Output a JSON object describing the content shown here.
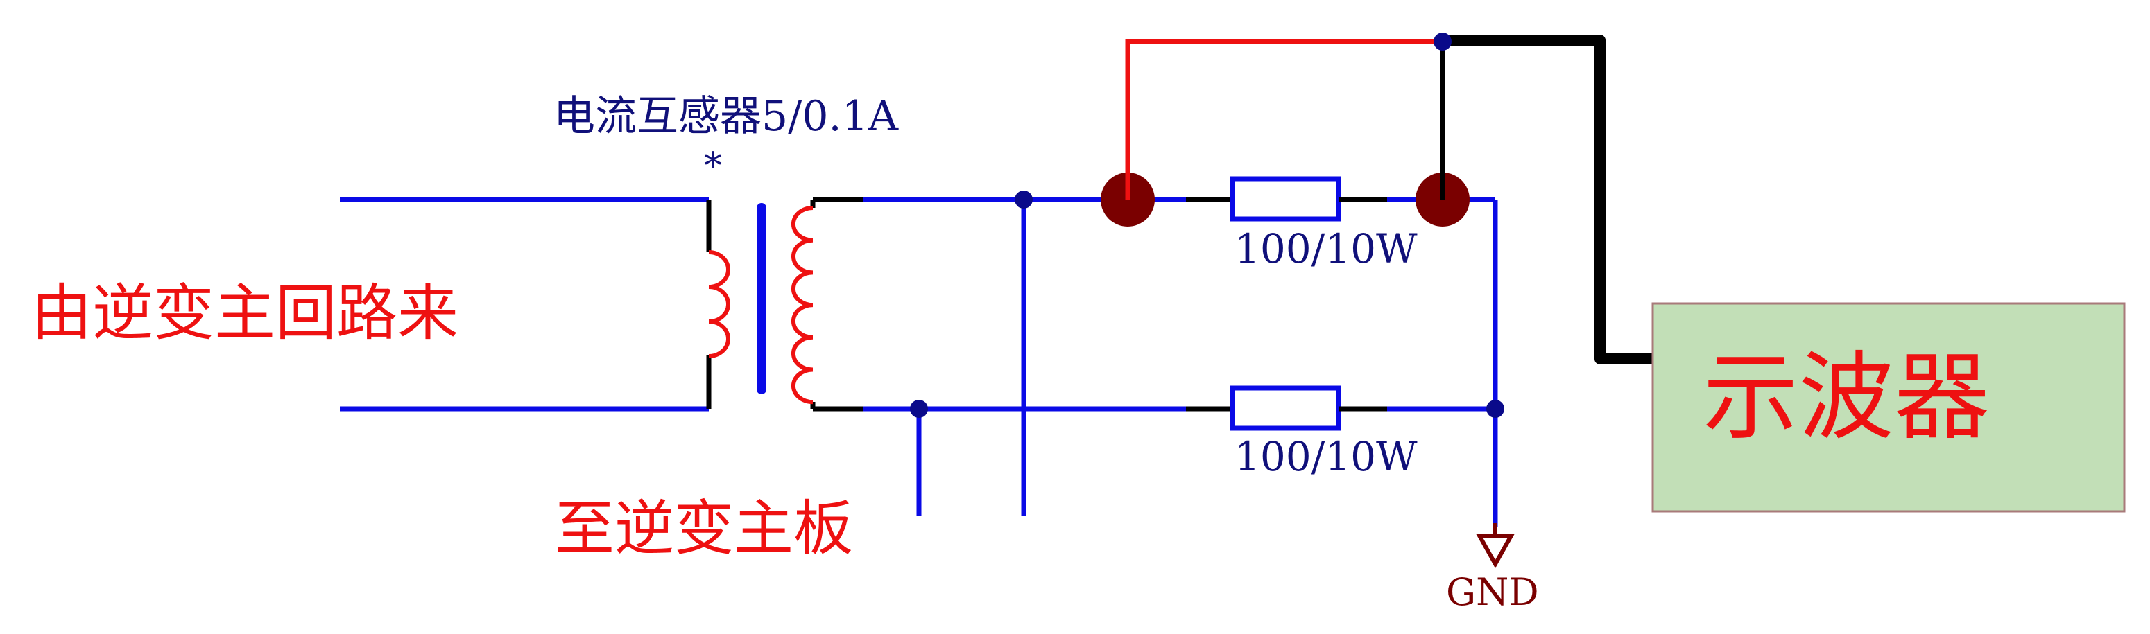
{
  "labels": {
    "source": "由逆变主回路来",
    "ct": "电流互感器5/0.1A",
    "polarity": "*",
    "dest": "至逆变主板",
    "resistor_top": "100/10W",
    "resistor_bottom": "100/10W",
    "ground": "GND",
    "scope": "示波器"
  },
  "colors": {
    "wire_blue": "#0a0ae6",
    "wire_red": "#ee1111",
    "wire_black": "#000000",
    "junction": "#0a0a8a",
    "probe_dot": "#7a0000",
    "ground": "#7a0000",
    "scope_fill": "#c2dfb7",
    "scope_border": "#a87a7a",
    "text_red": "#ee1111",
    "text_blue": "#10107a",
    "text_dark_red": "#7a0000"
  }
}
